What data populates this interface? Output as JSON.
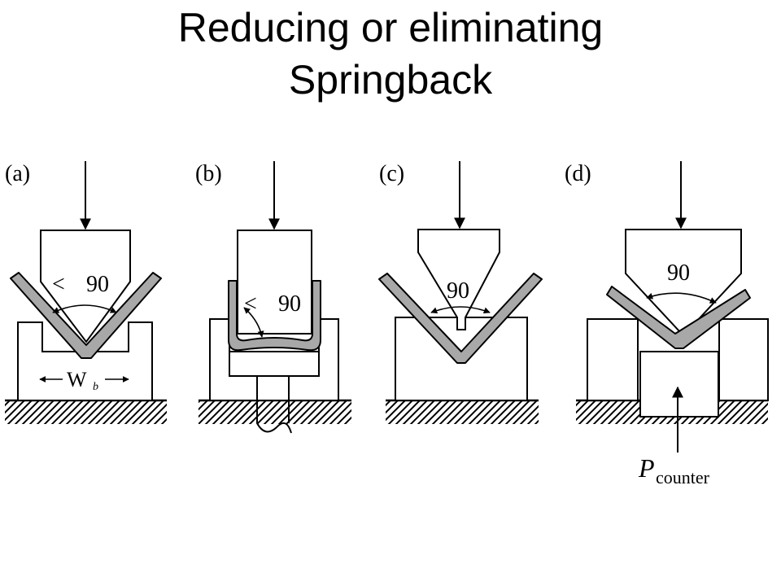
{
  "slide": {
    "title_line1": "Reducing or eliminating",
    "title_line2": "Springback"
  },
  "panels": {
    "a": {
      "label": "(a)",
      "angle_lt": "<",
      "angle": "90",
      "width_main": "W",
      "width_sub": "b"
    },
    "b": {
      "label": "(b)",
      "angle_lt": "<",
      "angle": "90"
    },
    "c": {
      "label": "(c)",
      "angle": "90"
    },
    "d": {
      "label": "(d)",
      "angle": "90",
      "force_main": "P",
      "force_sub": "counter"
    }
  },
  "colors": {
    "sheet_fill": "#a8a8a8",
    "ink": "#000000",
    "background": "#ffffff"
  }
}
